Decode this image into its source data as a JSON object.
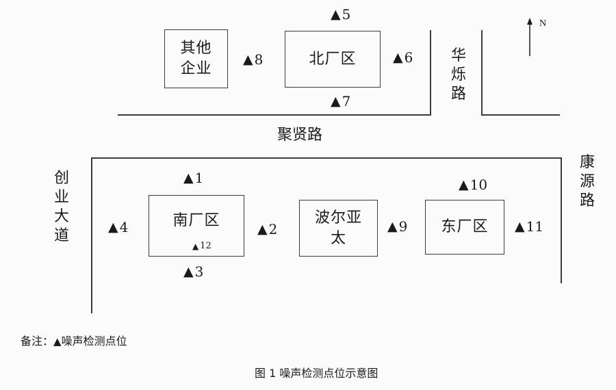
{
  "buildings": {
    "other_enterprises": "其他\n企业",
    "north_plant": "北厂区",
    "south_plant": "南厂区",
    "bolya": "波尔亚\n太",
    "east_plant": "东厂区"
  },
  "roads": {
    "huashuo": "华\n烁\n路",
    "juxian": "聚贤路",
    "chuangye": "创\n业\n大\n道",
    "kangyuan": "康\n源\n路"
  },
  "markers": {
    "m1": "1",
    "m2": "2",
    "m3": "3",
    "m4": "4",
    "m5": "5",
    "m6": "6",
    "m7": "7",
    "m8": "8",
    "m9": "9",
    "m10": "10",
    "m11": "11",
    "m12": "12",
    "symbol": "▲"
  },
  "compass": {
    "north_label": "N"
  },
  "legend": {
    "prefix": "备注：",
    "text": "噪声检测点位"
  },
  "caption": "图 1  噪声检测点位示意图"
}
